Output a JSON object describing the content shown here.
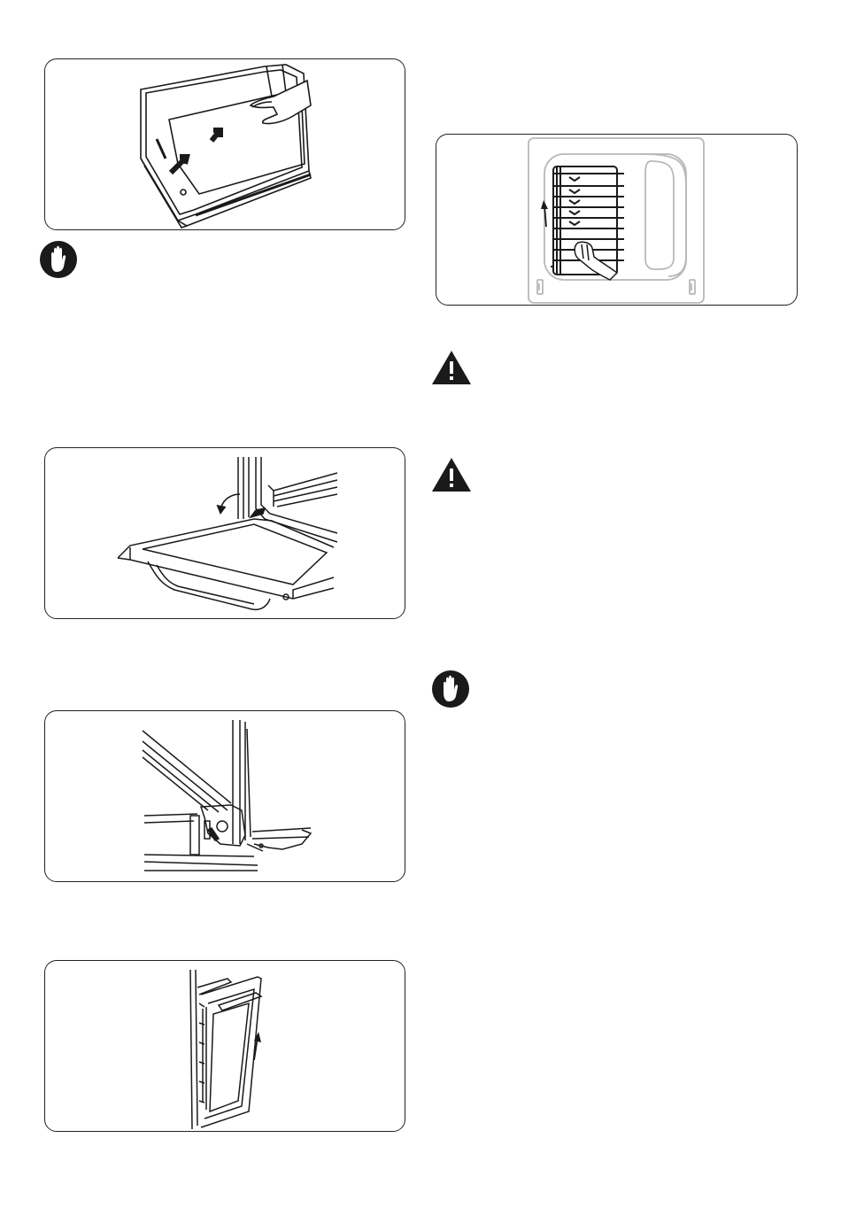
{
  "figures": [
    {
      "id": "fig-glass-panel-removal",
      "icon": "door-glass-slide-out-illustration"
    },
    {
      "id": "fig-door-hinge-open",
      "icon": "door-hinge-lever-illustration"
    },
    {
      "id": "fig-hinge-detail",
      "icon": "hinge-closeup-illustration"
    },
    {
      "id": "fig-door-lift-off",
      "icon": "door-lift-off-illustration"
    },
    {
      "id": "fig-shelf-rack-removal",
      "icon": "side-rack-removal-illustration"
    }
  ],
  "notices": [
    {
      "id": "notice-stop-1",
      "icon": "hand-stop-icon"
    },
    {
      "id": "notice-warning-1",
      "icon": "warning-triangle-icon"
    },
    {
      "id": "notice-warning-2",
      "icon": "warning-triangle-icon"
    },
    {
      "id": "notice-stop-2",
      "icon": "hand-stop-icon"
    }
  ],
  "colors": {
    "ink": "#1a1a1a",
    "panel_border": "#222222",
    "rack_frame": "#b8b8b8"
  }
}
